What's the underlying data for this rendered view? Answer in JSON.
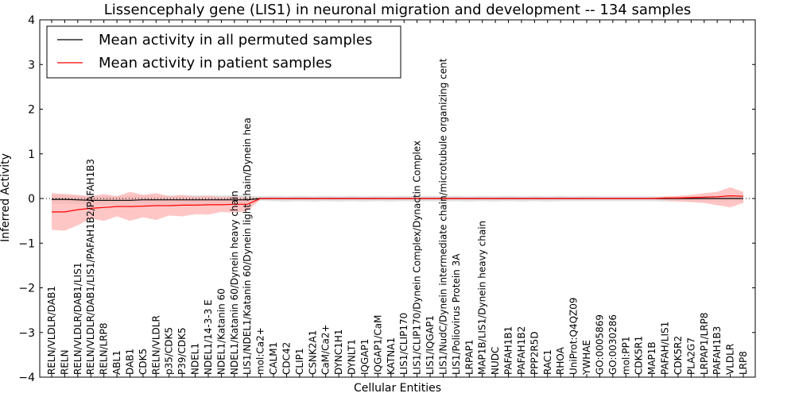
{
  "chart_data": {
    "type": "line",
    "title": "Lissencephaly gene (LIS1) in neuronal migration and development -- 134 samples",
    "xlabel": "Cellular Entities",
    "ylabel": "Inferred Activity",
    "ylim": [
      -4,
      4
    ],
    "yticks": [
      "−4",
      "−3",
      "−2",
      "−1",
      "0",
      "1",
      "2",
      "3",
      "4"
    ],
    "grid": false,
    "legend_position": "top-left",
    "colors": {
      "permuted": "#000000",
      "patient": "#ff0000",
      "permuted_band": "#d9d9d9",
      "patient_band": "#ffb3b3"
    },
    "categories": [
      "RELN/VLDLR/DAB1",
      "RELN",
      "RELN/VLDLR/DAB1/LIS1",
      "RELN/VLDLR/DAB1/LIS1/PAFAH1B2/PAFAH1B3",
      "RELN/LRP8",
      "ABL1",
      "DAB1",
      "CDK5",
      "RELN/VLDLR",
      "p35/CDK5",
      "P39/CDK5",
      "NDEL1",
      "NDEL1/14-3-3 E",
      "NDEL1/Katanin 60",
      "NDEL1/Katanin 60/Dynein heavy chain",
      "LIS1/NDEL1/Katanin 60/Dynein light chain/Dynein hea",
      "mol:Ca2+",
      "CALM1",
      "CDC42",
      "CLIP1",
      "CSNK2A1",
      "CaM/Ca2+",
      "DYNC1H1",
      "DYNLT1",
      "IQGAP1",
      "IQGAP1/CaM",
      "KATNA1",
      "LIS1/CLIP170",
      "LIS1/CLIP170/Dynein Complex/Dynactin Complex",
      "LIS1/IQGAP1",
      "LIS1/NudC/Dynein intermediate chain/microtubule organizing cent",
      "LIS1/Poliovirus Protein 3A",
      "LRPAP1",
      "MAP1B/LIS1/Dynein heavy chain",
      "NUDC",
      "PAFAH1B1",
      "PAFAH1B2",
      "PPP2R5D",
      "RAC1",
      "RHOA",
      "UniProt:Q4QZ09",
      "YWHAE",
      "GO:0005869",
      "GO:0030286",
      "mol:PP1",
      "CDK5R1",
      "MAP1B",
      "PAFAH/LIS1",
      "CDK5R2",
      "PLA2G7",
      "LRPAP1/LRP8",
      "PAFAH1B3",
      "VLDLR",
      "LRP8"
    ],
    "series": [
      {
        "name": "Mean activity in all permuted samples",
        "values": [
          -0.02,
          -0.02,
          -0.03,
          -0.04,
          -0.04,
          -0.04,
          -0.04,
          -0.03,
          -0.03,
          -0.03,
          -0.03,
          -0.03,
          -0.03,
          -0.03,
          -0.03,
          -0.03,
          0,
          0,
          0,
          0,
          0,
          0,
          0,
          0,
          0,
          0,
          0,
          0,
          0,
          0,
          0,
          0,
          0,
          0,
          0,
          0,
          0,
          0,
          0,
          0,
          0,
          0,
          0,
          0,
          0,
          0,
          0,
          0,
          0,
          0,
          0,
          0,
          0,
          0
        ],
        "lower": [
          -0.12,
          -0.12,
          -0.13,
          -0.14,
          -0.14,
          -0.15,
          -0.15,
          -0.14,
          -0.14,
          -0.14,
          -0.14,
          -0.14,
          -0.14,
          -0.13,
          -0.13,
          -0.13,
          -0.05,
          -0.06,
          -0.07,
          -0.06,
          -0.07,
          -0.06,
          -0.07,
          -0.06,
          -0.07,
          -0.06,
          -0.07,
          -0.06,
          -0.07,
          -0.06,
          -0.07,
          -0.06,
          -0.07,
          -0.06,
          -0.07,
          -0.06,
          -0.07,
          -0.06,
          -0.07,
          -0.06,
          -0.06,
          -0.06,
          -0.06,
          -0.06,
          -0.06,
          -0.06,
          -0.06,
          -0.07,
          -0.07,
          -0.07,
          -0.07,
          -0.07,
          -0.07,
          -0.07
        ],
        "upper": [
          0.08,
          0.08,
          0.07,
          0.06,
          0.06,
          0.06,
          0.06,
          0.07,
          0.07,
          0.07,
          0.07,
          0.07,
          0.07,
          0.07,
          0.07,
          0.07,
          0.05,
          0.06,
          0.05,
          0.06,
          0.05,
          0.06,
          0.05,
          0.06,
          0.05,
          0.06,
          0.05,
          0.06,
          0.05,
          0.06,
          0.05,
          0.06,
          0.05,
          0.06,
          0.05,
          0.06,
          0.05,
          0.06,
          0.05,
          0.06,
          0.05,
          0.06,
          0.05,
          0.05,
          0.05,
          0.05,
          0.05,
          0.05,
          0.05,
          0.05,
          0.05,
          0.05,
          0.05,
          0.05
        ]
      },
      {
        "name": "Mean activity in patient samples",
        "values": [
          -0.3,
          -0.3,
          -0.25,
          -0.22,
          -0.2,
          -0.18,
          -0.18,
          -0.17,
          -0.16,
          -0.16,
          -0.15,
          -0.15,
          -0.14,
          -0.14,
          -0.13,
          -0.13,
          0,
          0,
          0,
          0,
          0,
          0,
          0,
          0,
          0,
          0,
          0,
          0,
          0,
          0,
          0,
          0,
          0,
          0,
          0,
          0,
          0,
          0,
          0,
          0,
          0,
          0,
          0,
          0,
          0,
          0,
          0,
          0.01,
          0.01,
          0.02,
          0.03,
          0.04,
          0.06,
          0.05
        ],
        "lower": [
          -0.7,
          -0.72,
          -0.6,
          -0.45,
          -0.5,
          -0.4,
          -0.5,
          -0.42,
          -0.48,
          -0.38,
          -0.4,
          -0.35,
          -0.36,
          -0.3,
          -0.32,
          -0.28,
          -0.02,
          -0.02,
          -0.02,
          -0.02,
          -0.02,
          -0.02,
          -0.02,
          -0.02,
          -0.02,
          -0.02,
          -0.02,
          -0.02,
          -0.02,
          -0.02,
          -0.02,
          -0.02,
          -0.02,
          -0.02,
          -0.02,
          -0.02,
          -0.02,
          -0.02,
          -0.02,
          -0.02,
          -0.02,
          -0.02,
          -0.02,
          -0.02,
          -0.02,
          -0.02,
          -0.02,
          -0.04,
          -0.06,
          -0.08,
          -0.1,
          -0.15,
          -0.2,
          -0.1
        ],
        "upper": [
          0.12,
          0.1,
          0.08,
          0.05,
          0.1,
          0.05,
          0.15,
          0.08,
          0.12,
          0.05,
          0.08,
          0.04,
          0.06,
          0.03,
          0.04,
          0.02,
          0.02,
          0.02,
          0.02,
          0.02,
          0.02,
          0.02,
          0.02,
          0.02,
          0.02,
          0.02,
          0.02,
          0.02,
          0.02,
          0.02,
          0.02,
          0.02,
          0.02,
          0.02,
          0.02,
          0.02,
          0.02,
          0.02,
          0.02,
          0.02,
          0.02,
          0.02,
          0.02,
          0.02,
          0.02,
          0.02,
          0.02,
          0.04,
          0.06,
          0.08,
          0.12,
          0.15,
          0.25,
          0.15
        ]
      }
    ]
  }
}
